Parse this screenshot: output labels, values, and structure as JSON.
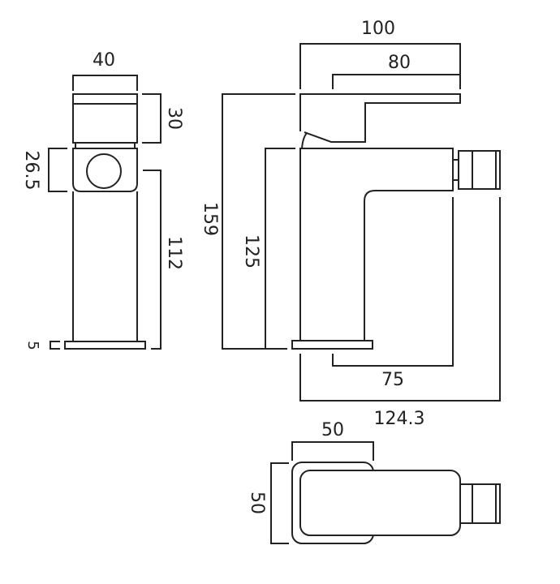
{
  "front_view": {
    "width": "40",
    "handle_height": "30",
    "body_top": "26.5",
    "body_height": "112",
    "base": "5"
  },
  "side_view": {
    "overall_length": "100",
    "handle_length": "80",
    "total_height": "159",
    "spout_height": "125",
    "spout_reach": "75",
    "overall_depth": "124.3"
  },
  "top_view": {
    "width": "50",
    "depth": "50"
  },
  "colors": {
    "line": "#222222",
    "background": "#ffffff"
  }
}
